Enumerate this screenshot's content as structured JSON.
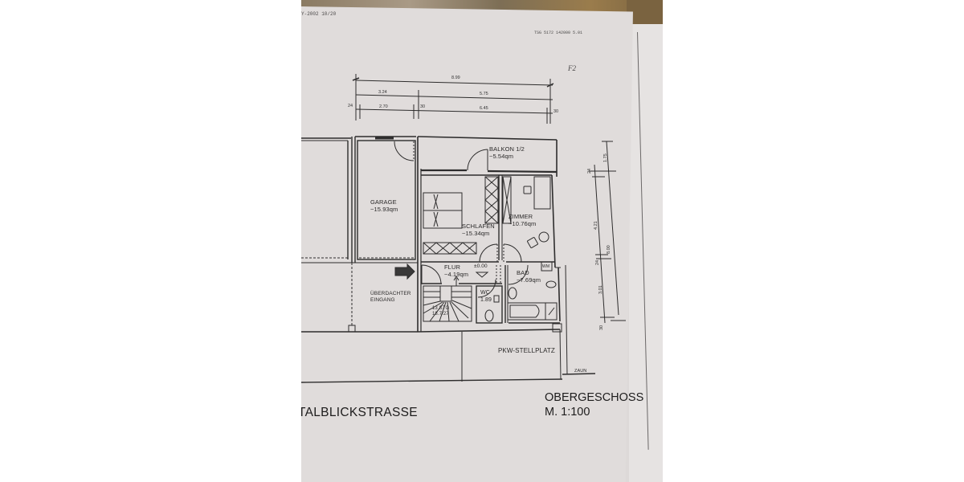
{
  "document": {
    "type": "floor plan photograph",
    "header_left": "Y-2002  10/20",
    "header_right": "TSG 5172 142000   5.01",
    "sheet_mark": "F2",
    "street_name": "TALBLICKSTRASSE",
    "floor_title": "OBERGESCHOSS",
    "scale": "M. 1:100"
  },
  "dimensions_top": {
    "overall": "8.99",
    "row2": [
      "3.24",
      "5.75"
    ],
    "row3": [
      "24",
      "2.70",
      "30",
      "6.45",
      "30"
    ]
  },
  "dimensions_right": {
    "segments": [
      "1.75",
      "24",
      "4.21",
      "24",
      "3.01",
      "30"
    ],
    "overall": "8.00"
  },
  "rooms": [
    {
      "name": "GARAGE",
      "area": "~15.93qm"
    },
    {
      "name": "BALKON 1/2",
      "area": "~5.54qm"
    },
    {
      "name": "SCHLAFEN",
      "area": "~15.34qm"
    },
    {
      "name": "ZIMMER",
      "area": "~10.76qm"
    },
    {
      "name": "FLUR",
      "area": "~4.19qm"
    },
    {
      "name": "BAD",
      "area": "~7.69qm"
    },
    {
      "name": "WC",
      "area": "1.89"
    }
  ],
  "annotations": {
    "level": "±0.00",
    "entrance_line1": "ÜBERDACHTER",
    "entrance_line2": "EINGANG",
    "stairs_line1": "13 STG",
    "stairs_line2": "18.7/27",
    "washer": "WM",
    "parking": "PKW-STELLPLATZ",
    "fence": "ZAUN"
  },
  "colors": {
    "paper": "#e0dcdb",
    "ink": "#2b2a2a",
    "background": "#ffffff",
    "red_folder": "#c2432b"
  }
}
